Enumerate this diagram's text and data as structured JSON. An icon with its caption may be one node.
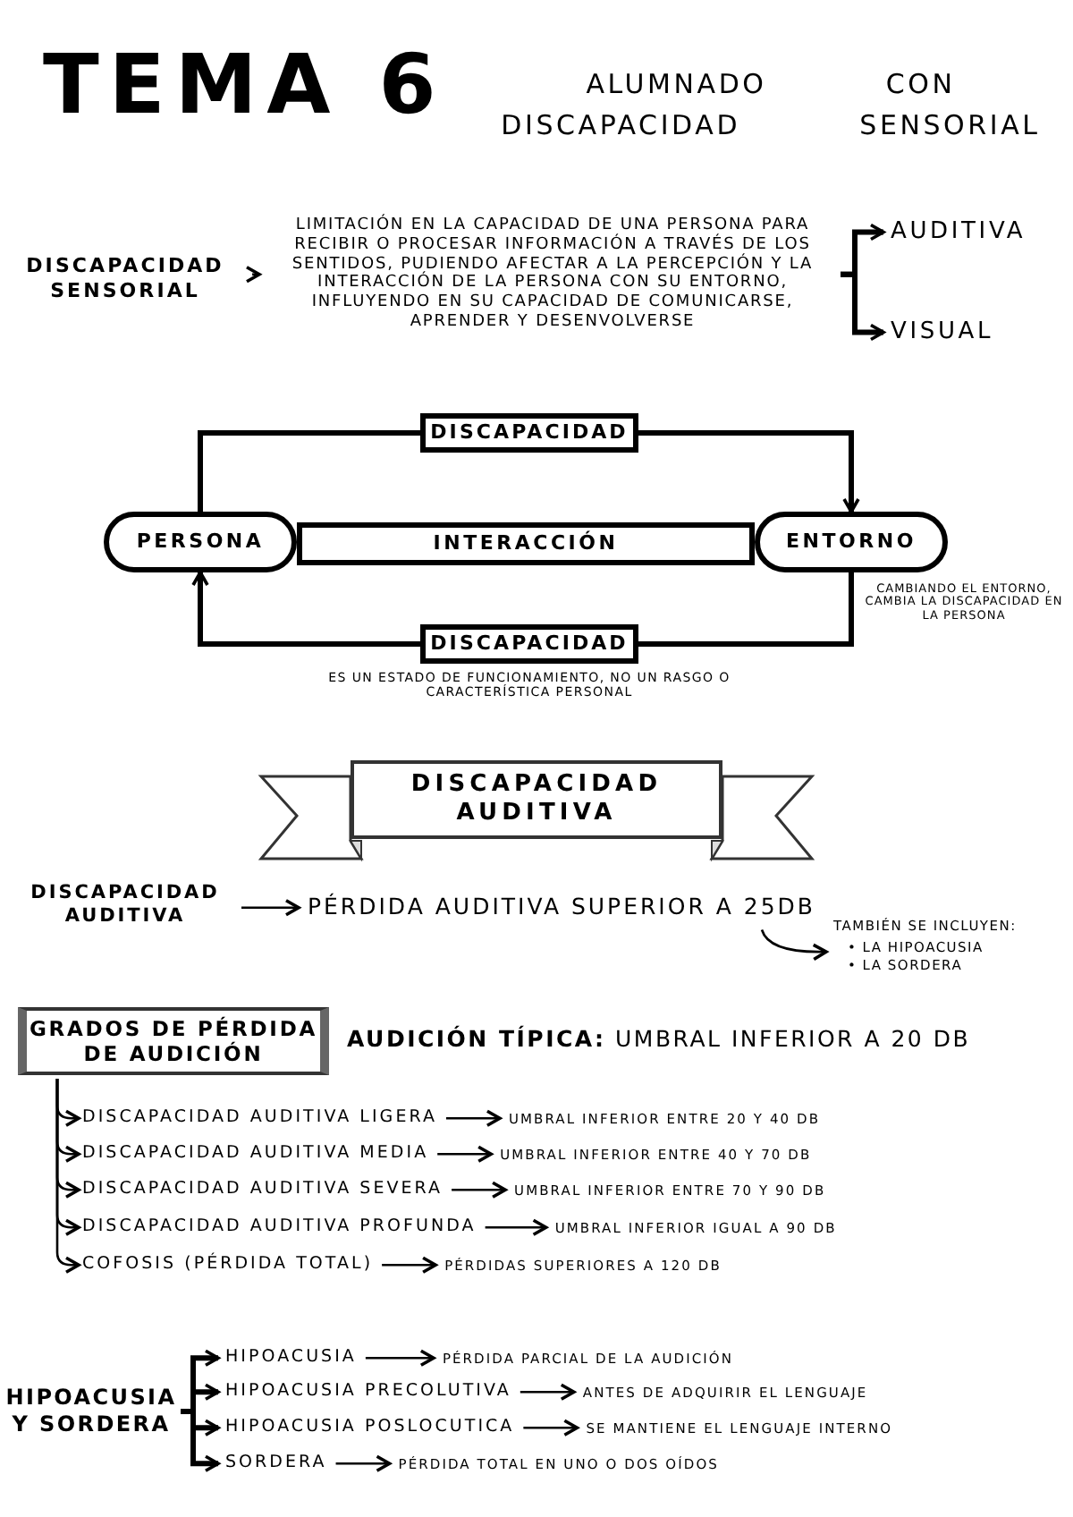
{
  "diagram": {
    "title": "TEMA 6",
    "nodes": [
      {
        "text": [
          "DISCAPACIDAD SENSORIAL"
        ]
      },
      {
        "text": [
          "LIMITACIÓN EN LA CAPACIDAD DE UNA PERSONA PARA RECIBIR O PROCESAR INFORMACIÓN A TRAVÉS DE LOS SENTIDOS, PUDIENDO AFECTAR A LA PERCEPCIÓN Y LA INTERACCIÓN DE LA PERSONA CON SU ENTORNO, INFLUYENDO EN SU CAPACIDAD DE COMUNICARSE, APRENDER Y DESENVOLVERSE"
        ]
      },
      {
        "text": [
          "AUDITIVA"
        ]
      },
      {
        "text": [
          "VISUAL"
        ]
      },
      {
        "text": [
          "DISCAPACIDAD"
        ]
      },
      {
        "text": [
          "PERSONA"
        ]
      },
      {
        "text": [
          "INTERACCIÓN"
        ]
      },
      {
        "text": [
          "ENTORNO"
        ],
        "beside": [
          "CAMBIANDO EL ENTORNO, CAMBIA LA DISCAPACIDAD EN LA PERSONA"
        ]
      },
      {
        "text": [
          "DISCAPACIDAD"
        ],
        "beside": [
          "ES UN ESTADO DE FUNCIONAMIENTO, NO UN RASGO O CARACTERÍSTICA PERSONAL"
        ]
      },
      {
        "text": [
          "DISCAPACIDAD AUDITIVA"
        ]
      },
      {
        "text": [
          "DISCAPACIDAD AUDITIVA"
        ]
      },
      {
        "text": [
          "PÉRDIDA AUDITIVA SUPERIOR A 25DB"
        ]
      },
      {
        "text": [
          "TAMBIÉN SE INCLUYEN:",
          "• LA HIPOACUSIA",
          "• LA SORDERA"
        ]
      },
      {
        "text": [
          "GRADOS DE PÉRDIDA DE AUDICIÓN"
        ]
      },
      {
        "text": [
          "DISCAPACIDAD AUDITIVA LIGERA"
        ]
      },
      {
        "text": [
          "UMBRAL INFERIOR ENTRE 20 Y 40 DB"
        ]
      },
      {
        "text": [
          "DISCAPACIDAD AUDITIVA MEDIA"
        ]
      },
      {
        "text": [
          "UMBRAL INFERIOR ENTRE 40 Y 70 DB"
        ]
      },
      {
        "text": [
          "DISCAPACIDAD AUDITIVA SEVERA"
        ]
      },
      {
        "text": [
          "UMBRAL INFERIOR ENTRE 70 Y 90 DB"
        ]
      },
      {
        "text": [
          "DISCAPACIDAD AUDITIVA PROFUNDA"
        ]
      },
      {
        "text": [
          "UMBRAL INFERIOR IGUAL A 90 DB"
        ]
      },
      {
        "text": [
          "COFOSIS (PÉRDIDA TOTAL)"
        ]
      },
      {
        "text": [
          "PÉRDIDAS SUPERIORES A 120 DB"
        ]
      },
      {
        "text": [
          "HIPOACUSIA Y SORDERA"
        ]
      },
      {
        "text": [
          "HIPOACUSIA"
        ]
      },
      {
        "text": [
          "PÉRDIDA PARCIAL DE LA AUDICIÓN"
        ]
      },
      {
        "text": [
          "HIPOACUSIA PRECOLUTIVA"
        ]
      },
      {
        "text": [
          "ANTES DE ADQUIRIR EL LENGUAJE"
        ]
      },
      {
        "text": [
          "HIPOACUSIA POSLOCUTICA"
        ]
      },
      {
        "text": [
          "SE MANTIENE EL LENGUAJE INTERNO"
        ]
      },
      {
        "text": [
          "SORDERA"
        ]
      },
      {
        "text": [
          "PÉRDIDA TOTAL EN UNO O DOS OÍDOS"
        ]
      }
    ],
    "edges": [
      {
        "from": 0,
        "to": 1,
        "arrow": "to"
      },
      {
        "from": 1,
        "to": 2,
        "arrow": "to",
        "style": "thick"
      },
      {
        "from": 1,
        "to": 3,
        "arrow": "to",
        "style": "thick"
      },
      {
        "from": 5,
        "to": 4,
        "arrow": "none",
        "style": "thick"
      },
      {
        "from": 4,
        "to": 7,
        "arrow": "to",
        "style": "thick"
      },
      {
        "from": 7,
        "to": 8,
        "arrow": "none",
        "style": "thick"
      },
      {
        "from": 8,
        "to": 5,
        "arrow": "to",
        "style": "thick"
      },
      {
        "from": 10,
        "to": 11,
        "arrow": "to"
      },
      {
        "from": 11,
        "to": 12,
        "arrow": "to"
      },
      {
        "from": 13,
        "to": 14,
        "arrow": "to"
      },
      {
        "from": 13,
        "to": 16,
        "arrow": "to"
      },
      {
        "from": 13,
        "to": 18,
        "arrow": "to"
      },
      {
        "from": 13,
        "to": 20,
        "arrow": "to"
      },
      {
        "from": 13,
        "to": 22,
        "arrow": "to"
      },
      {
        "from": 14,
        "to": 15,
        "arrow": "to"
      },
      {
        "from": 16,
        "to": 17,
        "arrow": "to"
      },
      {
        "from": 18,
        "to": 19,
        "arrow": "to"
      },
      {
        "from": 20,
        "to": 21,
        "arrow": "to"
      },
      {
        "from": 22,
        "to": 23,
        "arrow": "to"
      },
      {
        "from": 24,
        "to": 25,
        "arrow": "to",
        "style": "thick"
      },
      {
        "from": 24,
        "to": 27,
        "arrow": "to",
        "style": "thick"
      },
      {
        "from": 24,
        "to": 29,
        "arrow": "to",
        "style": "thick"
      },
      {
        "from": 24,
        "to": 31,
        "arrow": "to",
        "style": "thick"
      },
      {
        "from": 25,
        "to": 26,
        "arrow": "to"
      },
      {
        "from": 27,
        "to": 28,
        "arrow": "to"
      },
      {
        "from": 29,
        "to": 30,
        "arrow": "to"
      },
      {
        "from": 31,
        "to": 32,
        "arrow": "to"
      }
    ],
    "labels": [
      "ALUMNADO CON DISCAPACIDAD SENSORIAL",
      "**AUDICIÓN TÍPICA:** UMBRAL INFERIOR A 20 DB"
    ]
  }
}
